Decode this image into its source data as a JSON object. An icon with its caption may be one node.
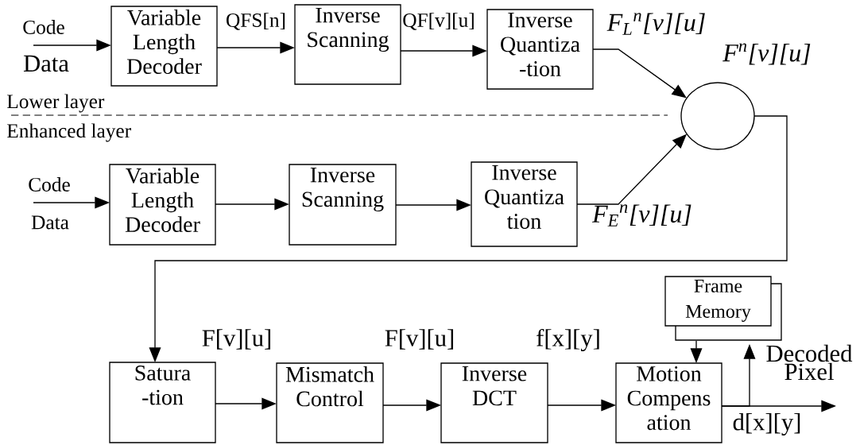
{
  "diagram": {
    "nodes": [
      {
        "text": [
          "Variable Length Decoder"
        ]
      },
      {
        "text": [
          "Inverse Scanning"
        ]
      },
      {
        "text": [
          "Inverse Quantiza -tion"
        ]
      },
      {
        "text": [],
        "shape": "circle"
      },
      {
        "text": [
          "Variable Length Decoder"
        ]
      },
      {
        "text": [
          "Inverse Scanning"
        ]
      },
      {
        "text": [
          "Inverse Quantiza tion"
        ]
      },
      {
        "text": [
          "Satura -tion"
        ]
      },
      {
        "text": [
          "Mismatch Control"
        ]
      },
      {
        "text": [
          "Inverse DCT"
        ]
      },
      {
        "text": [
          "Motion Compens ation"
        ]
      },
      {
        "text": [
          "Frame Memory"
        ]
      }
    ],
    "edges": [
      {
        "from": null,
        "to": 0,
        "arrow": "to"
      },
      {
        "from": 0,
        "to": 1,
        "arrow": "to",
        "label": "QFS[n]"
      },
      {
        "from": 1,
        "to": 2,
        "arrow": "to",
        "label": "QF[v][u]"
      },
      {
        "from": 2,
        "to": 3,
        "arrow": "to",
        "label": "F$_{L}$$^{n}$[v][u]"
      },
      {
        "from": null,
        "to": 4,
        "arrow": "to"
      },
      {
        "from": 4,
        "to": 5,
        "arrow": "to"
      },
      {
        "from": 5,
        "to": 6,
        "arrow": "to"
      },
      {
        "from": 6,
        "to": 3,
        "arrow": "to",
        "label": "F$_{E}$$^{n}$[v][u]"
      },
      {
        "from": 3,
        "to": 7,
        "arrow": "to",
        "label": "F$^{n}$[v][u]"
      },
      {
        "from": 7,
        "to": 8,
        "arrow": "to",
        "label": "F[v][u]"
      },
      {
        "from": 8,
        "to": 9,
        "arrow": "to",
        "label": "F[v][u]"
      },
      {
        "from": 9,
        "to": 10,
        "arrow": "to",
        "label": "f[x][y]"
      },
      {
        "from": 11,
        "to": 10,
        "arrow": "to"
      },
      {
        "from": 10,
        "to": 11,
        "arrow": "to"
      },
      {
        "from": 10,
        "to": null,
        "arrow": "to",
        "label": "d[x][y]"
      }
    ],
    "labels": [
      "Code",
      "Data",
      "Lower layer",
      "Enhanced layer",
      "Code",
      "Data",
      "Decoded Pixel"
    ]
  }
}
